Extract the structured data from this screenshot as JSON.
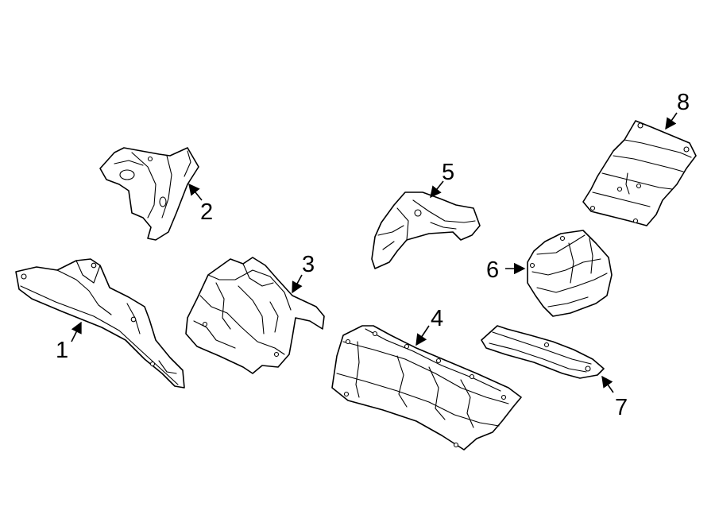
{
  "colors": {
    "line": "#000000",
    "background": "#ffffff"
  },
  "callouts": [
    {
      "id": "1",
      "label": "1"
    },
    {
      "id": "2",
      "label": "2"
    },
    {
      "id": "3",
      "label": "3"
    },
    {
      "id": "4",
      "label": "4"
    },
    {
      "id": "5",
      "label": "5"
    },
    {
      "id": "6",
      "label": "6"
    },
    {
      "id": "7",
      "label": "7"
    },
    {
      "id": "8",
      "label": "8"
    }
  ]
}
